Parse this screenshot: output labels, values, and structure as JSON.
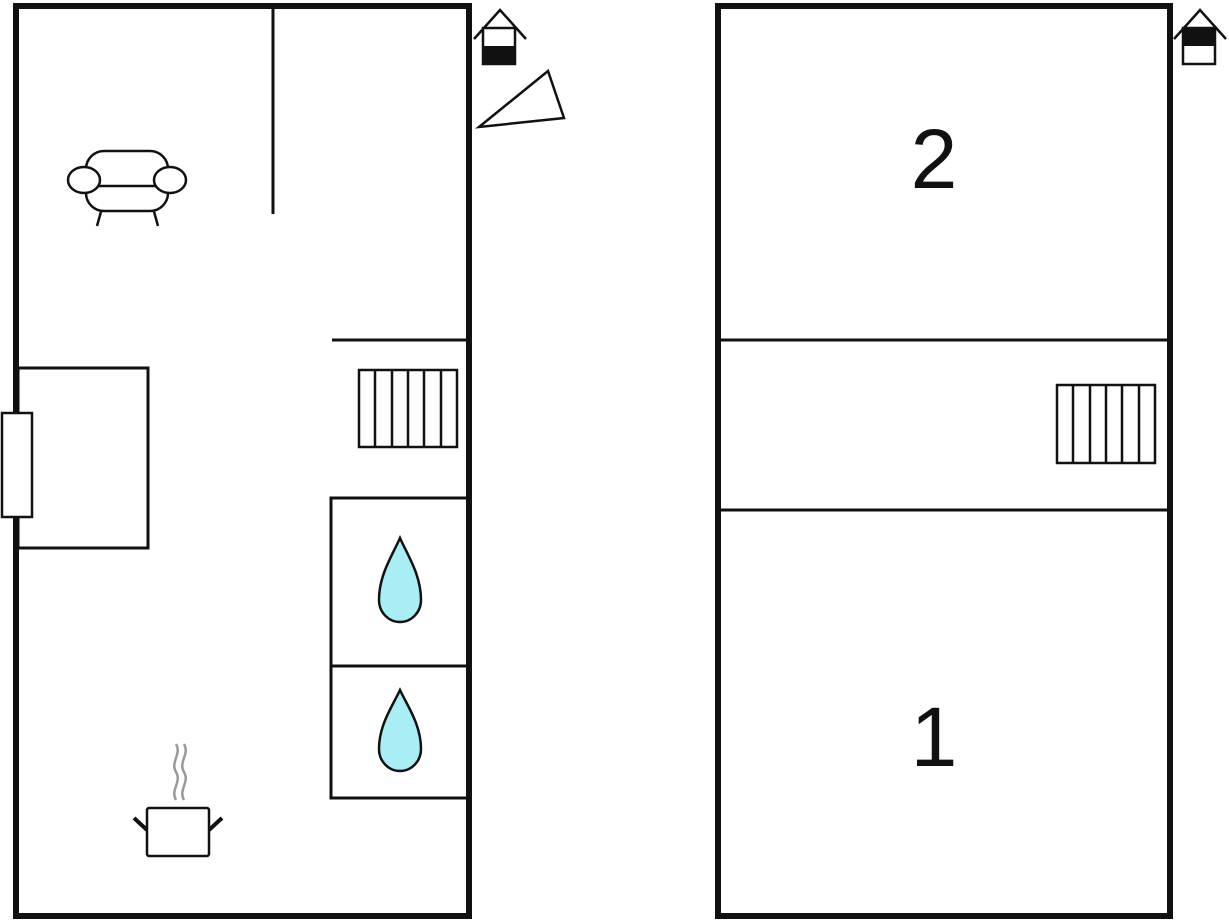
{
  "floors": [
    {
      "id": "ground-floor",
      "icons": [
        "house-level-icon",
        "compass-icon",
        "sofa-icon",
        "fireplace-icon",
        "stairs-icon",
        "water-drop-icon",
        "water-drop-icon",
        "cooking-pot-icon"
      ]
    },
    {
      "id": "upper-floor",
      "icons": [
        "house-level-icon",
        "stairs-icon"
      ],
      "rooms": [
        {
          "label": "2"
        },
        {
          "label": "1"
        }
      ]
    }
  ],
  "colors": {
    "wall": "#111111",
    "water": "#a8eef4",
    "steam": "#999999",
    "background": "#ffffff"
  }
}
